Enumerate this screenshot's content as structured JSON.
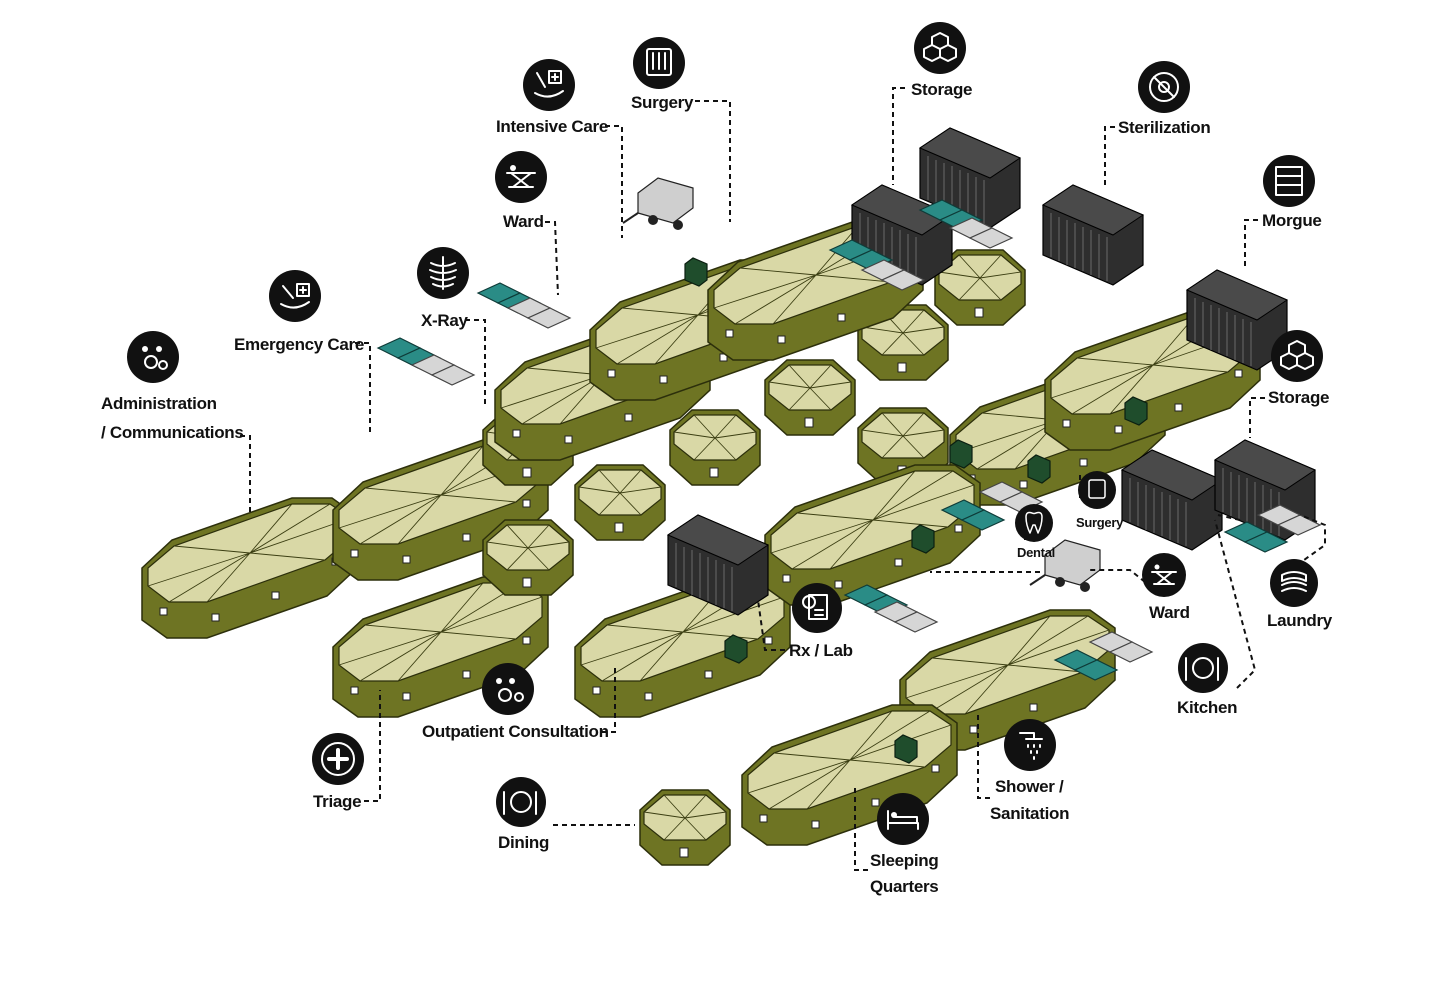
{
  "labels": {
    "admin_line1": "Administration",
    "admin_line2": "/ Communications",
    "emergency_care": "Emergency Care",
    "xray": "X-Ray",
    "ward_top": "Ward",
    "intensive_care": "Intensive Care",
    "surgery_top": "Surgery",
    "storage_top": "Storage",
    "sterilization": "Sterilization",
    "morgue": "Morgue",
    "storage_right": "Storage",
    "surgery_small": "Surgery",
    "dental": "Dental",
    "ward_right": "Ward",
    "laundry": "Laundry",
    "kitchen": "Kitchen",
    "rx_lab": "Rx / Lab",
    "outpatient": "Outpatient Consultation",
    "triage": "Triage",
    "dining": "Dining",
    "sleeping_line1": "Sleeping",
    "sleeping_line2": "Quarters",
    "shower_line1": "Shower /",
    "shower_line2": "Sanitation"
  },
  "icons": {
    "admin": "admin-gears-icon",
    "emergency_care": "syringe-hand-icon",
    "xray": "ribcage-icon",
    "ward": "stretcher-icon",
    "intensive_care": "iv-hand-icon",
    "surgery": "surgical-tools-icon",
    "storage": "boxes-icon",
    "sterilization": "no-germ-icon",
    "morgue": "drawers-icon",
    "dental": "tooth-icon",
    "laundry": "folded-linen-icon",
    "kitchen": "plate-cutlery-icon",
    "rx_lab": "prescription-icon",
    "outpatient": "people-gear-icon",
    "triage": "plus-cross-icon",
    "dining": "plate-cutlery-icon",
    "sleeping": "bed-icon",
    "shower": "shower-icon"
  },
  "colors": {
    "tent_wall": "#6e7423",
    "tent_floor": "#d9d8a6",
    "container": "#2e2e2e",
    "pad_teal": "#2a8c86",
    "pad_grey": "#d6d6d6",
    "icon_disc": "#111111"
  }
}
